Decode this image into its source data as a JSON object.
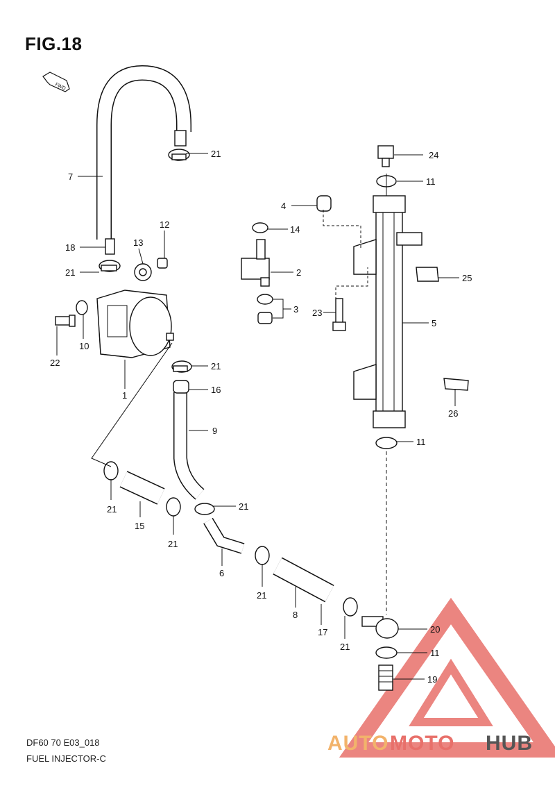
{
  "figure_title": "FIG.18",
  "fwd_label": "FWD",
  "footer": {
    "model_code": "DF60 70 E03_018",
    "section_name": "FUEL INJECTOR-C"
  },
  "watermark": {
    "part1": "AUTO",
    "part2": "MOTO",
    "part3": "HUB",
    "colors": {
      "auto": "#f2b36b",
      "moto": "#e8706a",
      "hub": "#555555",
      "triangle": "#e8706a"
    }
  },
  "callouts": [
    {
      "id": "c21a",
      "num": "21"
    },
    {
      "id": "c7",
      "num": "7"
    },
    {
      "id": "c24",
      "num": "24"
    },
    {
      "id": "c11a",
      "num": "11"
    },
    {
      "id": "c4",
      "num": "4"
    },
    {
      "id": "c14",
      "num": "14"
    },
    {
      "id": "c12",
      "num": "12"
    },
    {
      "id": "c13",
      "num": "13"
    },
    {
      "id": "c18",
      "num": "18"
    },
    {
      "id": "c21b",
      "num": "21"
    },
    {
      "id": "c2",
      "num": "2"
    },
    {
      "id": "c25",
      "num": "25"
    },
    {
      "id": "c3",
      "num": "3"
    },
    {
      "id": "c23",
      "num": "23"
    },
    {
      "id": "c5",
      "num": "5"
    },
    {
      "id": "c22",
      "num": "22"
    },
    {
      "id": "c10",
      "num": "10"
    },
    {
      "id": "c21c",
      "num": "21"
    },
    {
      "id": "c1",
      "num": "1"
    },
    {
      "id": "c16",
      "num": "16"
    },
    {
      "id": "c26",
      "num": "26"
    },
    {
      "id": "c9",
      "num": "9"
    },
    {
      "id": "c11b",
      "num": "11"
    },
    {
      "id": "c21d",
      "num": "21"
    },
    {
      "id": "c15",
      "num": "15"
    },
    {
      "id": "c21e",
      "num": "21"
    },
    {
      "id": "c21f",
      "num": "21"
    },
    {
      "id": "c6",
      "num": "6"
    },
    {
      "id": "c21g",
      "num": "21"
    },
    {
      "id": "c8",
      "num": "8"
    },
    {
      "id": "c17",
      "num": "17"
    },
    {
      "id": "c21h",
      "num": "21"
    },
    {
      "id": "c20",
      "num": "20"
    },
    {
      "id": "c11c",
      "num": "11"
    },
    {
      "id": "c19",
      "num": "19"
    }
  ]
}
